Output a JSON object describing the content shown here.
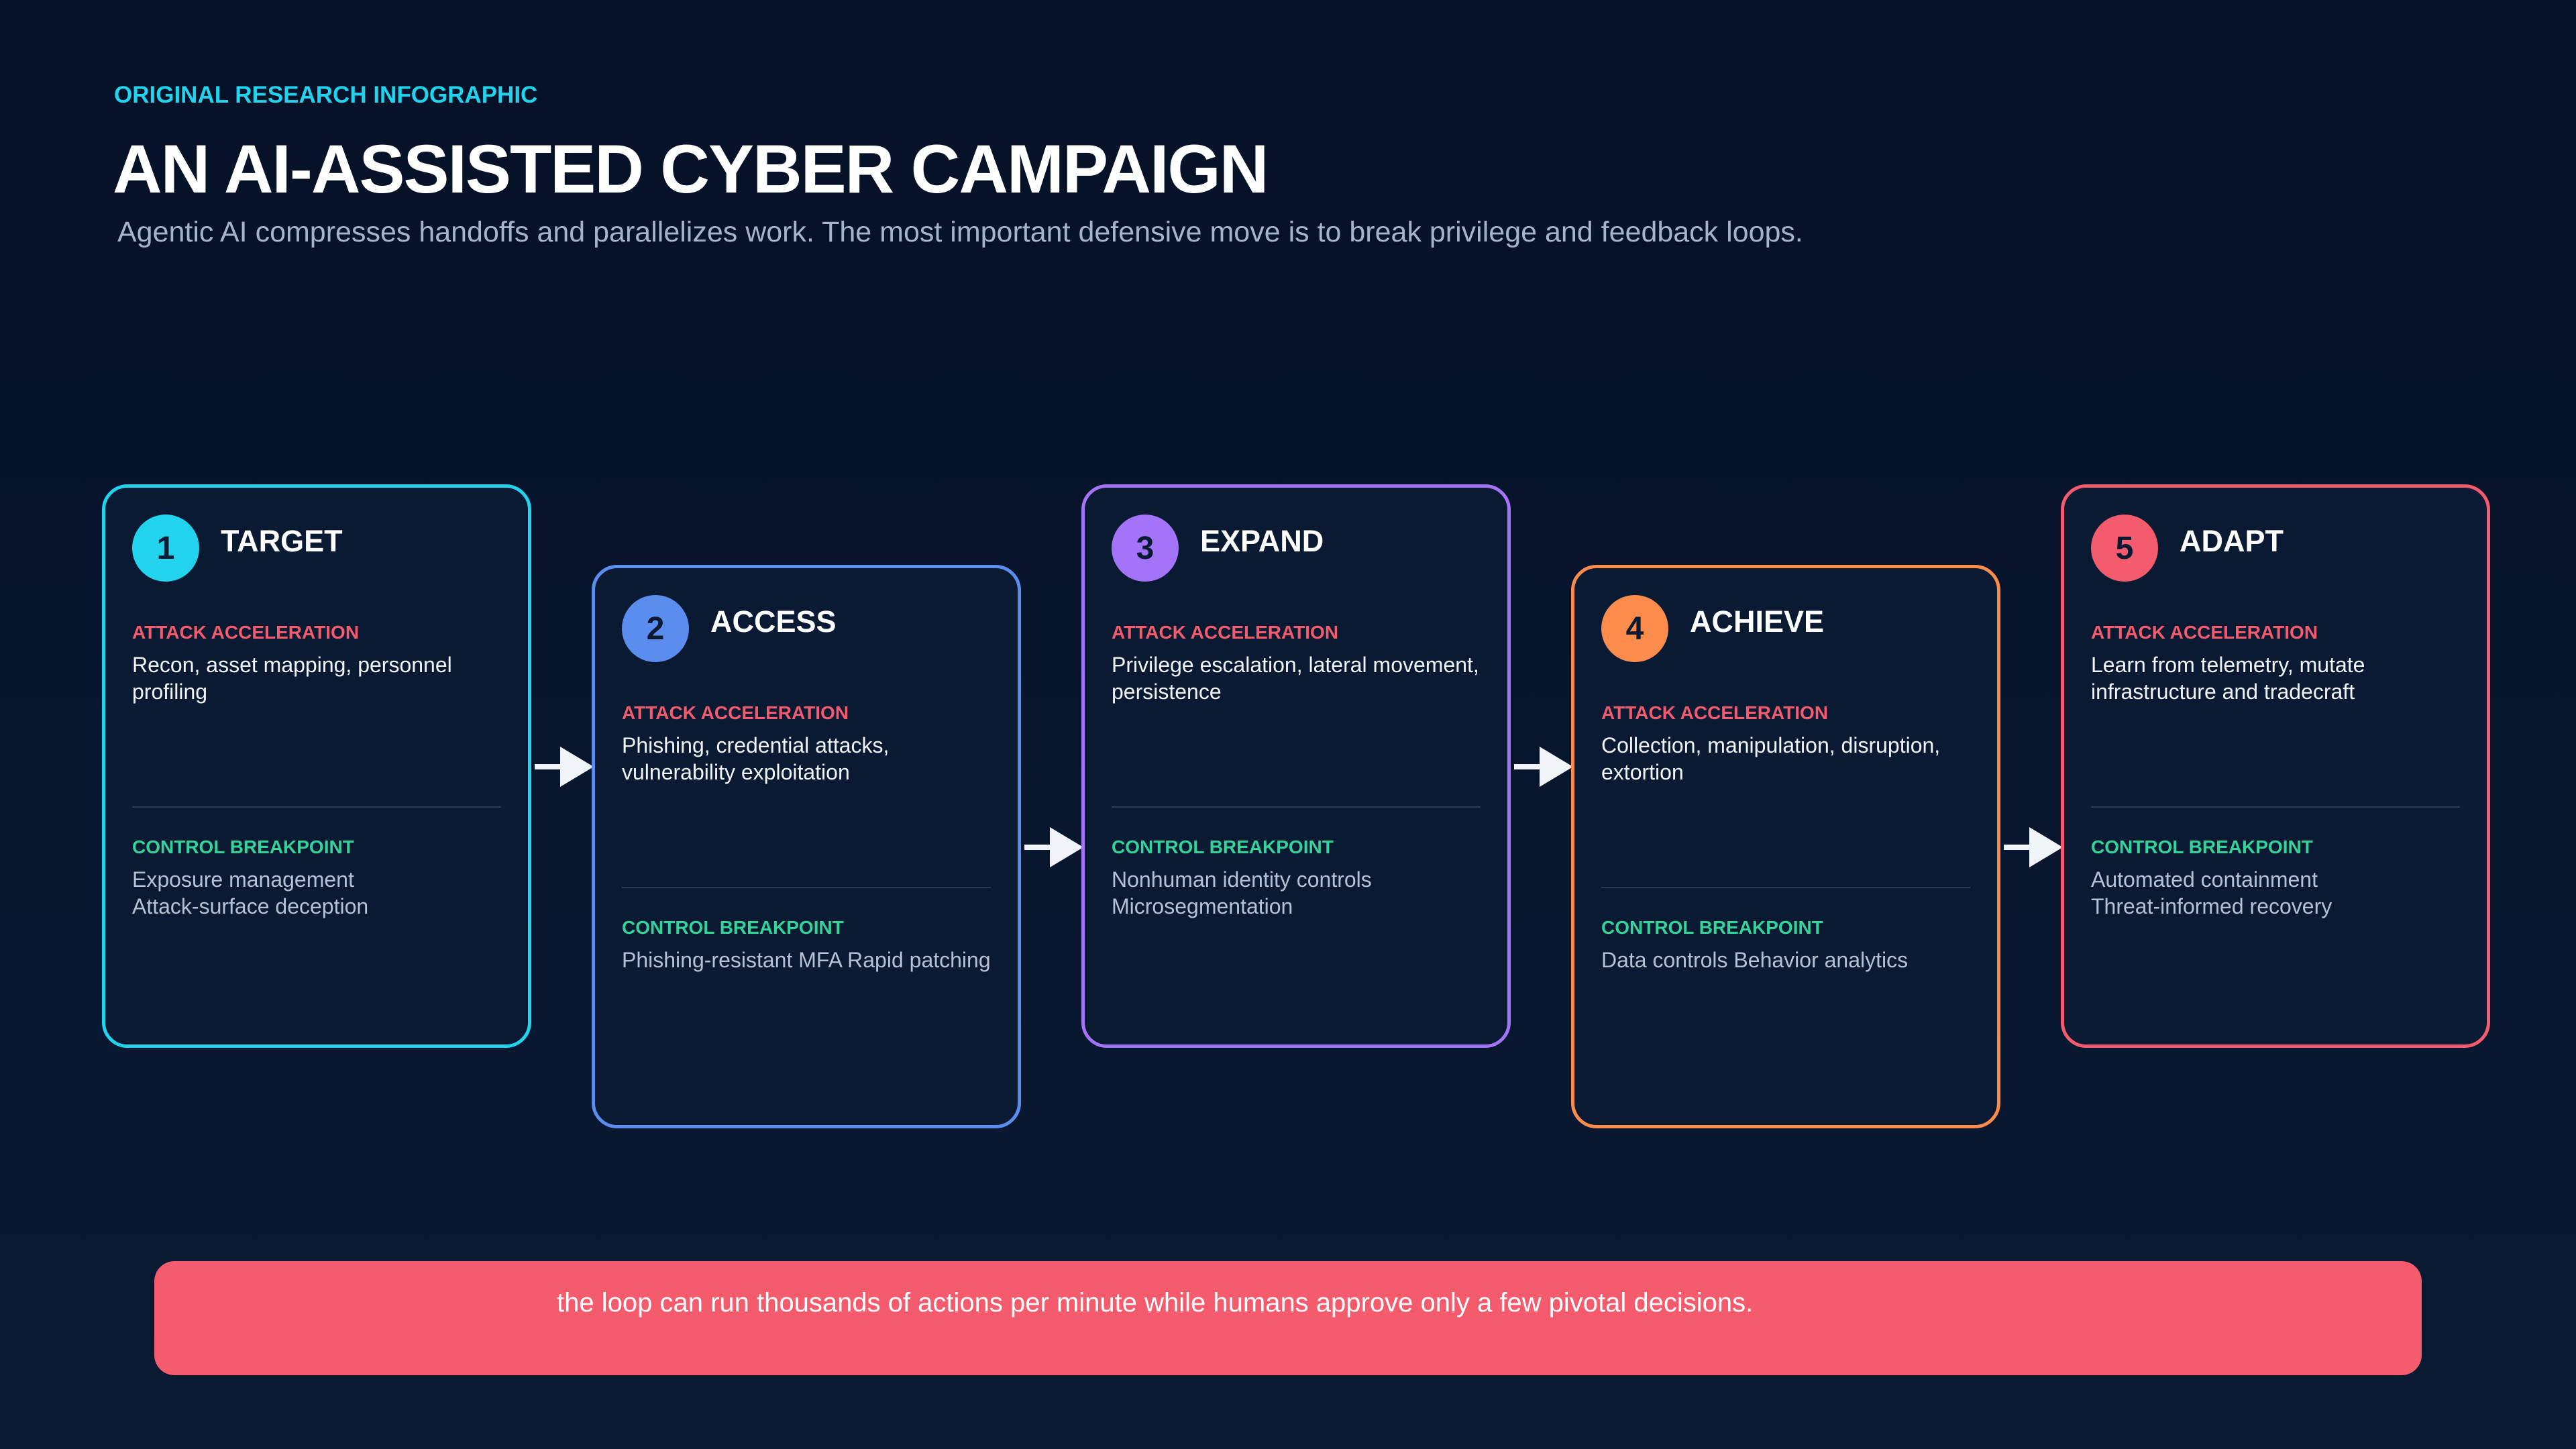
{
  "header": {
    "eyebrow": "ORIGINAL RESEARCH INFOGRAPHIC",
    "title": "AN AI-ASSISTED CYBER CAMPAIGN",
    "subtitle": "Agentic AI compresses handoffs and parallelizes work. The most important defensive move is to break privilege and feedback loops."
  },
  "labels": {
    "attack": "ATTACK ACCELERATION",
    "control": "CONTROL BREAKPOINT"
  },
  "stages": [
    {
      "number": "1",
      "name": "TARGET",
      "color": "#22d3ee",
      "attack": "Recon, asset mapping, personnel profiling",
      "control_lines": [
        "Exposure management",
        "Attack-surface deception"
      ]
    },
    {
      "number": "2",
      "name": "ACCESS",
      "color": "#5b8def",
      "attack": "Phishing, credential attacks, vulnerability exploitation",
      "control_lines": [
        "Phishing-resistant MFA Rapid patching"
      ]
    },
    {
      "number": "3",
      "name": "EXPAND",
      "color": "#a374f7",
      "attack": "Privilege escalation, lateral movement, persistence",
      "control_lines": [
        "Nonhuman identity controls",
        "Microsegmentation"
      ]
    },
    {
      "number": "4",
      "name": "ACHIEVE",
      "color": "#fb8c4c",
      "attack": "Collection, manipulation, disruption, extortion",
      "control_lines": [
        "Data controls Behavior analytics"
      ]
    },
    {
      "number": "5",
      "name": "ADAPT",
      "color": "#f45c6e",
      "attack": "Learn from telemetry, mutate infrastructure and tradecraft",
      "control_lines": [
        "Automated containment",
        "Threat-informed recovery"
      ]
    }
  ],
  "banner": {
    "text": "the loop can run thousands of actions per minute while humans approve only a few pivotal decisions."
  }
}
